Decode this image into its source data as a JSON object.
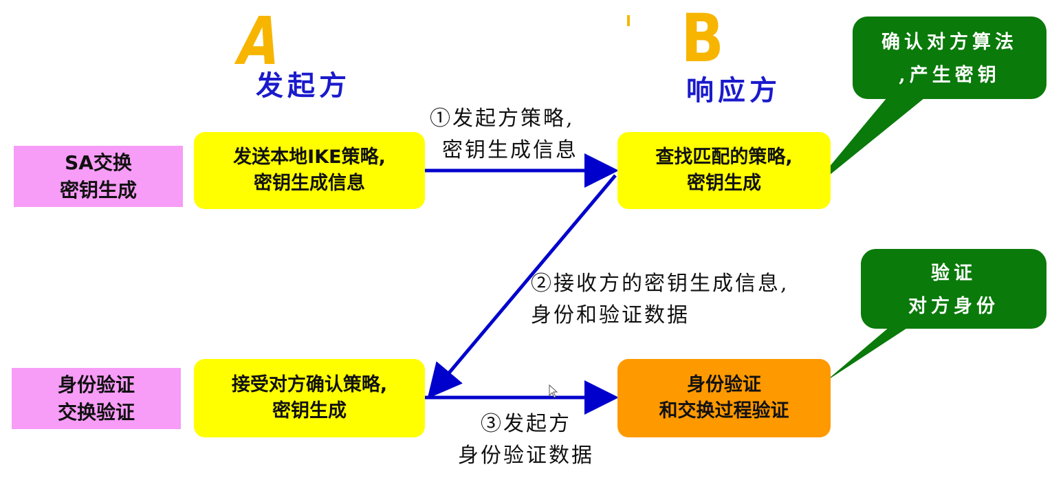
{
  "header": {
    "initiator_letter": "A",
    "responder_letter": "B",
    "initiator_label": "发起方",
    "responder_label": "响应方"
  },
  "phases": {
    "phase1_line1": "SA交换",
    "phase1_line2": "密钥生成",
    "phase2_line1": "身份验证",
    "phase2_line2": "交换验证"
  },
  "boxes": {
    "send_line1": "发送本地IKE策略,",
    "send_line2": "密钥生成信息",
    "lookup_line1": "查找匹配的策略,",
    "lookup_line2": "密钥生成",
    "accept_line1": "接受对方确认策略,",
    "accept_line2": "密钥生成",
    "verify_line1": "身份验证",
    "verify_line2": "和交换过程验证"
  },
  "messages": {
    "msg1_line1": "①发起方策略,",
    "msg1_line2": "密钥生成信息",
    "msg2_line1": "②接收方的密钥生成信息,",
    "msg2_line2": "身份和验证数据",
    "msg3_line1": "③发起方",
    "msg3_line2": "身份验证数据"
  },
  "callouts": {
    "confirm_line1": "确认对方算法",
    "confirm_line2": ",产生密钥",
    "verify_line1": "验证",
    "verify_line2": "对方身份"
  },
  "colors": {
    "yellow_box": "#ffff00",
    "orange_box": "#ff9900",
    "pink_label": "#f79cf7",
    "green_callout": "#0a7a0a",
    "arrow_blue": "#0000cc",
    "role_text": "#1a1acc",
    "letter_gold": "#f7b500"
  }
}
